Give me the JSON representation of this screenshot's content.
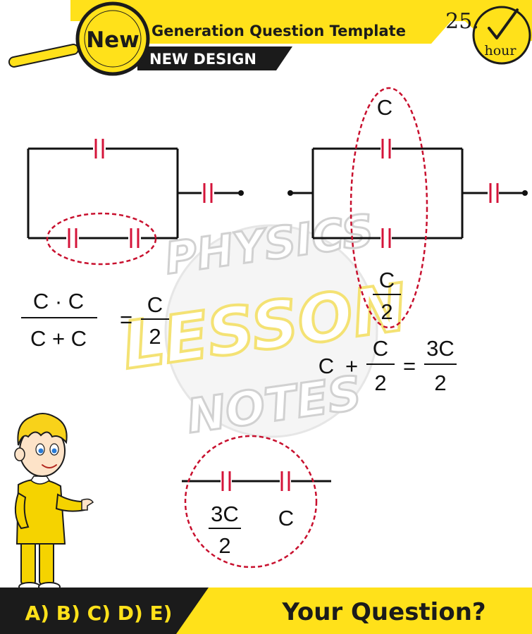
{
  "header": {
    "badge_label": "New",
    "title": "Generation Question Template",
    "subtitle": "NEW DESIGN",
    "clock_value": "25.",
    "clock_unit": "hour"
  },
  "watermark": {
    "line1": "PHYSICS",
    "line2": "LESSON",
    "line3": "NOTES"
  },
  "circuit_left": {
    "eq_numerator": "C · C",
    "eq_denominator": "C + C",
    "eq_equals": "=",
    "eq_result_numerator": "C",
    "eq_result_denominator": "2"
  },
  "circuit_right": {
    "top_label": "C",
    "parallel_numerator": "C",
    "parallel_denominator": "2",
    "sum_c": "C",
    "sum_plus": "+",
    "sum_numerator": "C",
    "sum_denominator": "2",
    "sum_equals": "=",
    "sum_result_numerator": "3C",
    "sum_result_denominator": "2"
  },
  "circuit_bottom": {
    "left_numerator": "3C",
    "left_denominator": "2",
    "right_label": "C"
  },
  "footer": {
    "answer_options": "A) B) C) D) E)",
    "question_prompt": "Your Question?"
  },
  "colors": {
    "accent_yellow": "#ffe11a",
    "dark": "#1b1b1b",
    "capacitor_red": "#d4143a",
    "dashed_red": "#c8102e"
  }
}
